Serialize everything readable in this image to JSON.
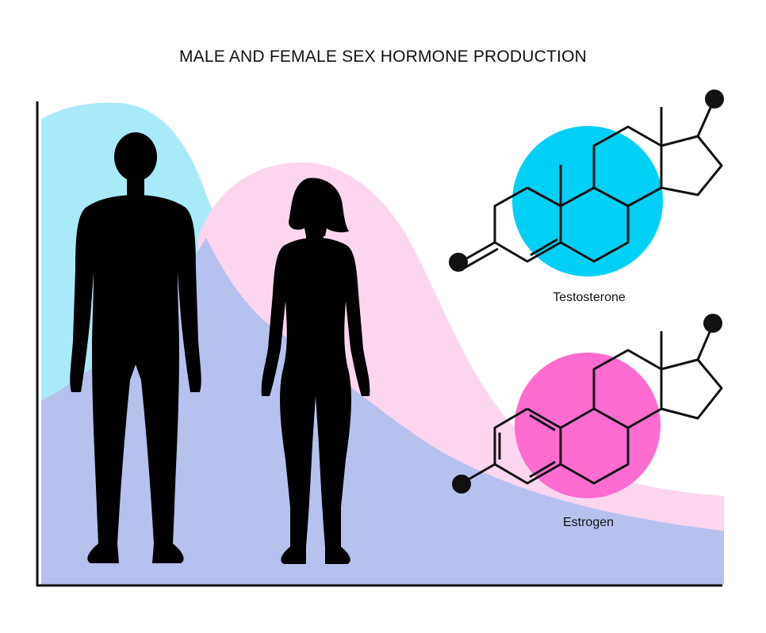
{
  "title": "MALE AND FEMALE SEX HORMONE PRODUCTION",
  "molecules": {
    "testosterone": {
      "label": "Testosterone",
      "color": "#00D0F5"
    },
    "estrogen": {
      "label": "Estrogen",
      "color": "#FF6CCF"
    }
  },
  "curves": {
    "male": {
      "color": "#A9EAF8"
    },
    "female": {
      "color": "#FBD6EE"
    },
    "overlap": {
      "color": "#B7C1EE"
    }
  },
  "figures": [
    {
      "name": "male",
      "icon": "male-silhouette-icon"
    },
    {
      "name": "female",
      "icon": "female-silhouette-icon"
    }
  ]
}
